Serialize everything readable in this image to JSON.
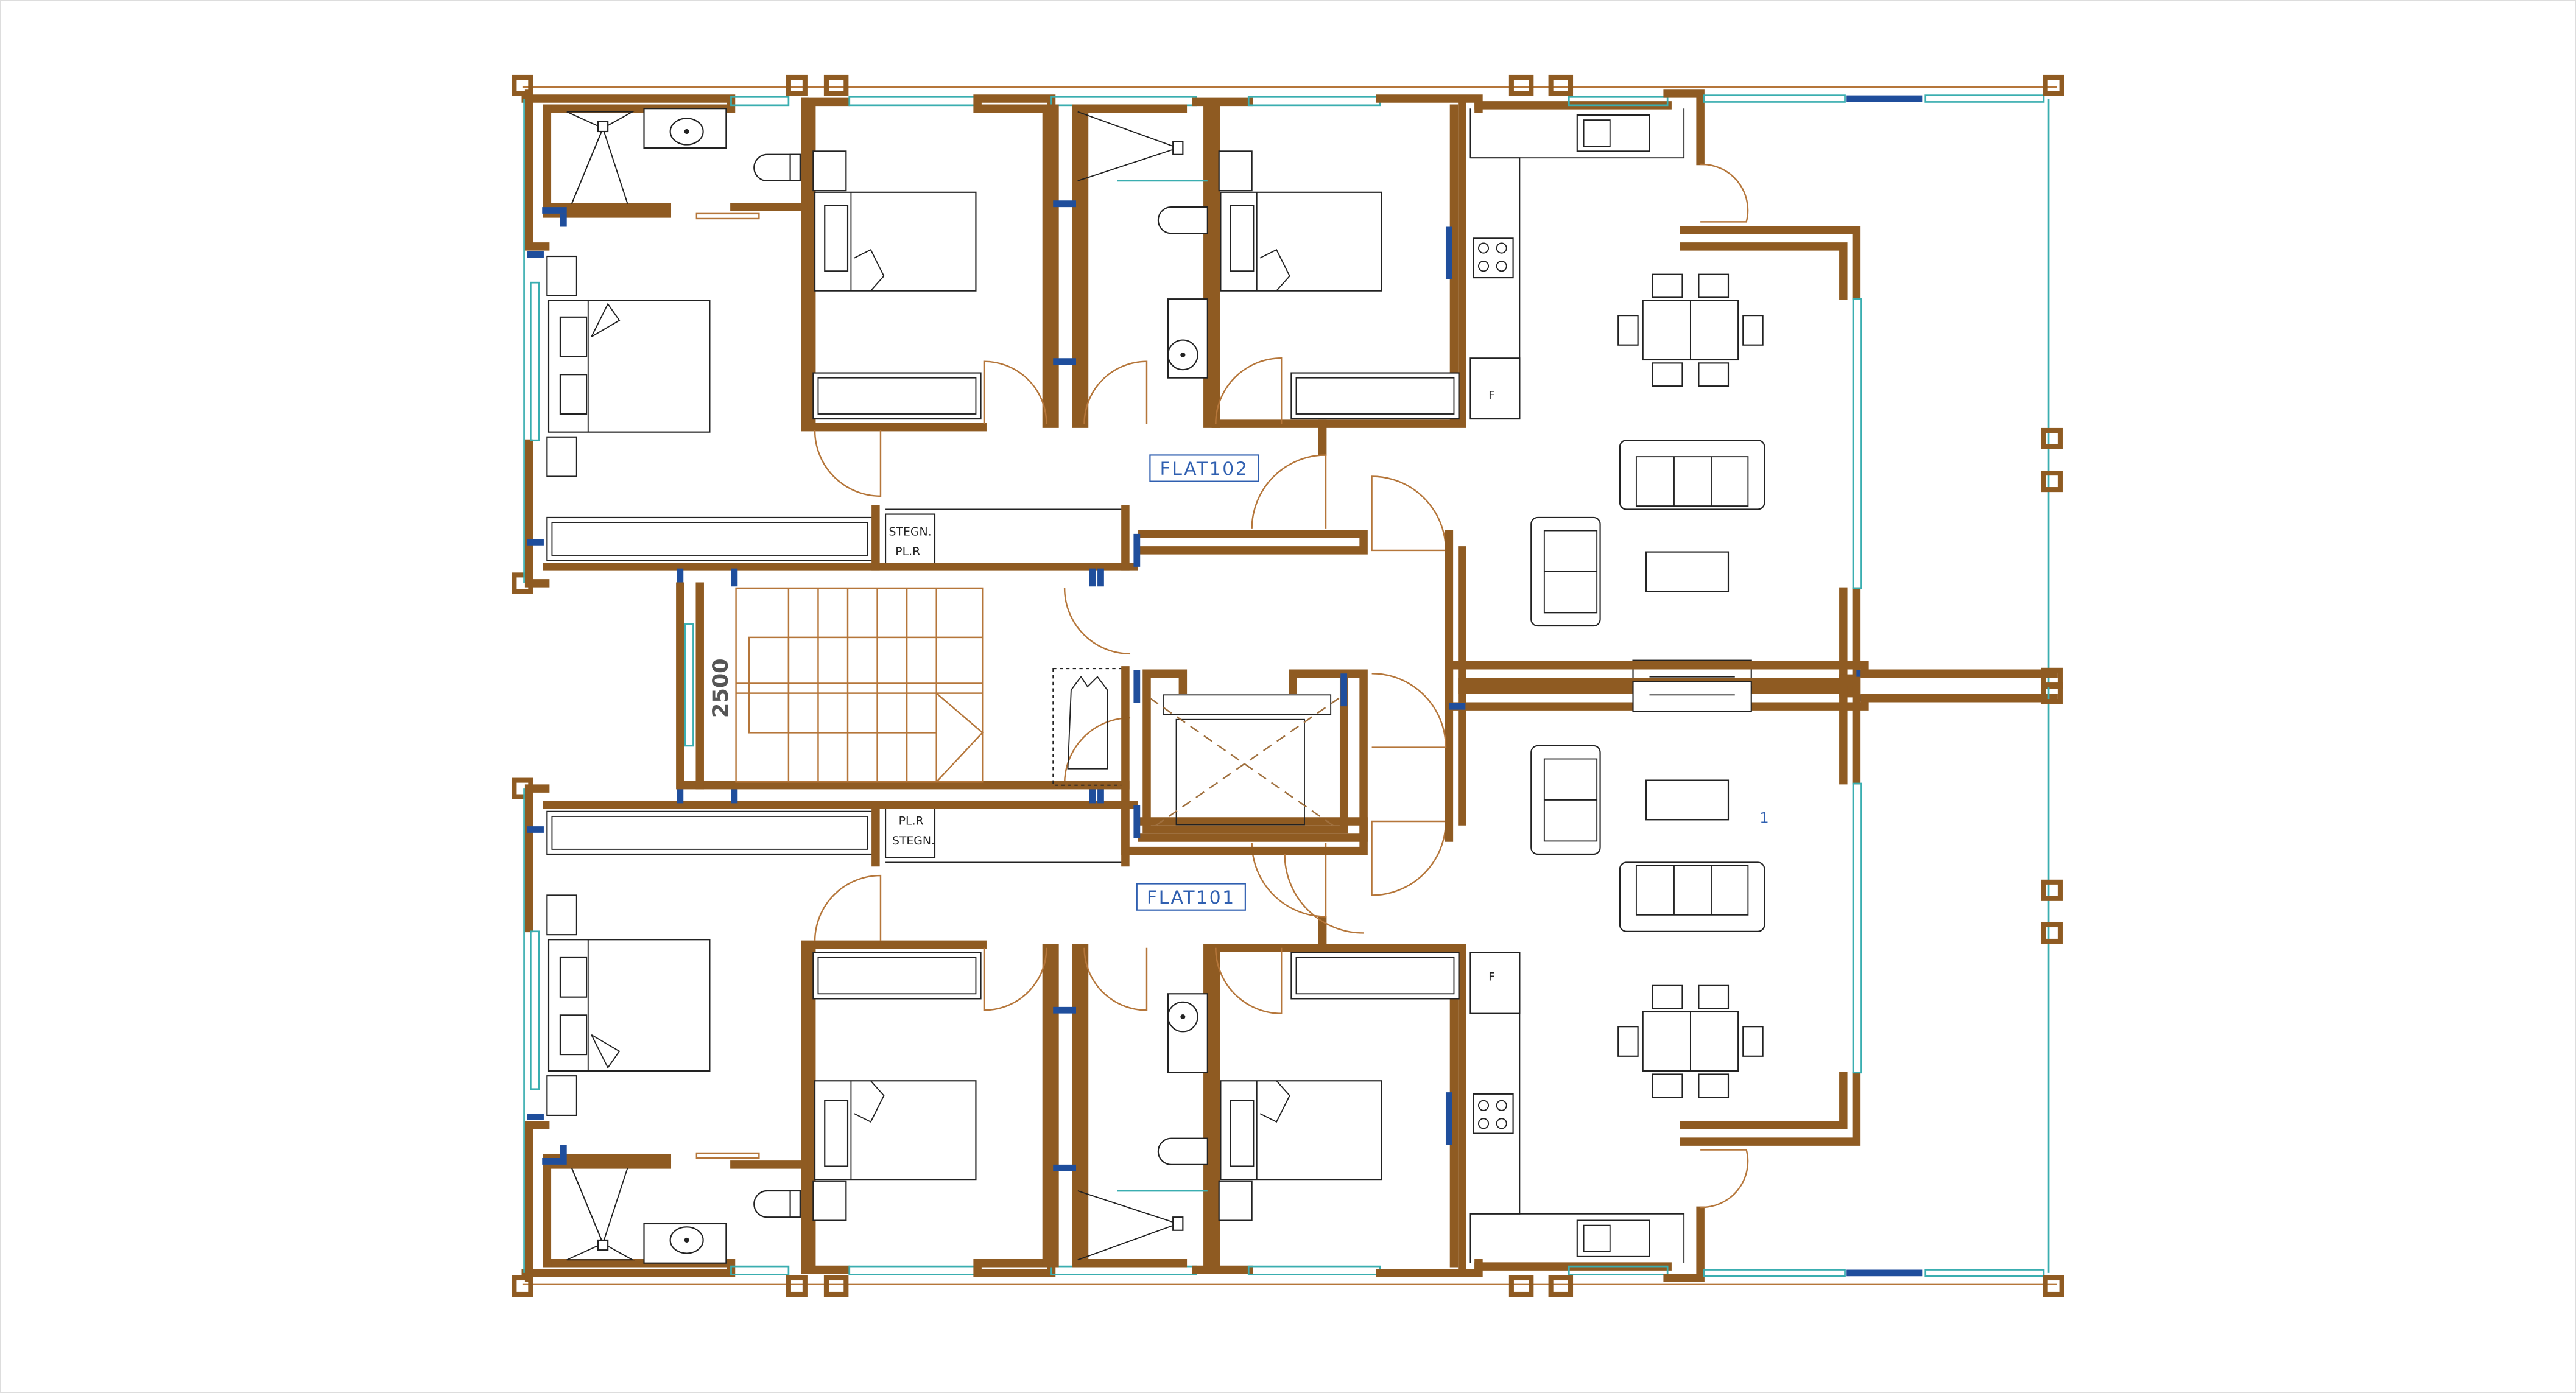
{
  "plan": {
    "flats": [
      {
        "label": "FLAT102"
      },
      {
        "label": "FLAT101"
      }
    ],
    "shafts": [
      {
        "line1": "STEGN.",
        "line2": "PL.R"
      },
      {
        "line1": "PL.R",
        "line2": "STEGN."
      }
    ],
    "stair_dimension": "2500",
    "fridge_labels": [
      "F",
      "F"
    ],
    "marker": "1"
  },
  "colors": {
    "wall": "#8f5b22",
    "structure_blue": "#1f4e9c",
    "window": "#3aaeb0",
    "label": "#2f5fb0"
  }
}
